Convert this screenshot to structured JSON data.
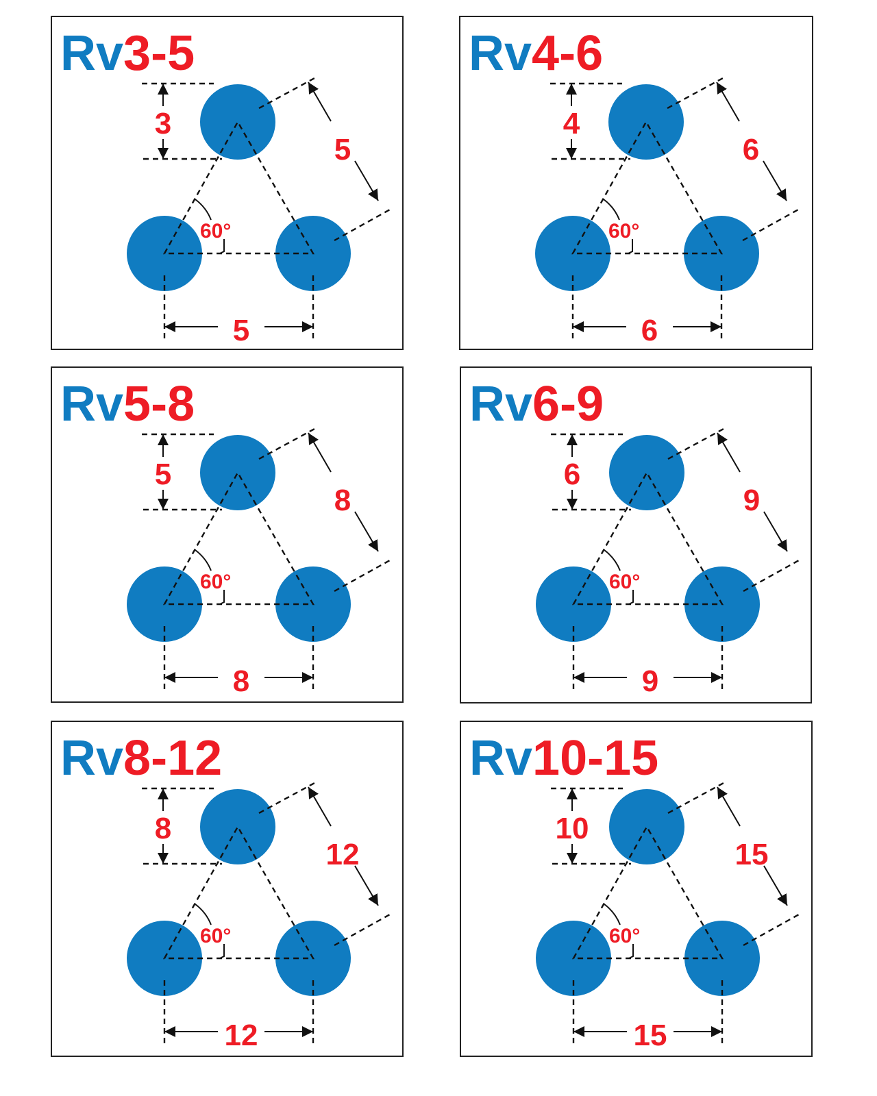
{
  "colors": {
    "circle": "#107cc1",
    "prefix": "#107cc1",
    "value": "#ee1c25"
  },
  "panels": [
    {
      "prefix": "Rv",
      "code": "3-5",
      "height": "3",
      "pitch_side": "5",
      "pitch_bottom": "5",
      "angle": "60°"
    },
    {
      "prefix": "Rv",
      "code": "4-6",
      "height": "4",
      "pitch_side": "6",
      "pitch_bottom": "6",
      "angle": "60°"
    },
    {
      "prefix": "Rv",
      "code": "5-8",
      "height": "5",
      "pitch_side": "8",
      "pitch_bottom": "8",
      "angle": "60°"
    },
    {
      "prefix": "Rv",
      "code": "6-9",
      "height": "6",
      "pitch_side": "9",
      "pitch_bottom": "9",
      "angle": "60°"
    },
    {
      "prefix": "Rv",
      "code": "8-12",
      "height": "8",
      "pitch_side": "12",
      "pitch_bottom": "12",
      "angle": "60°"
    },
    {
      "prefix": "Rv",
      "code": "10-15",
      "height": "10",
      "pitch_side": "15",
      "pitch_bottom": "15",
      "angle": "60°"
    }
  ]
}
